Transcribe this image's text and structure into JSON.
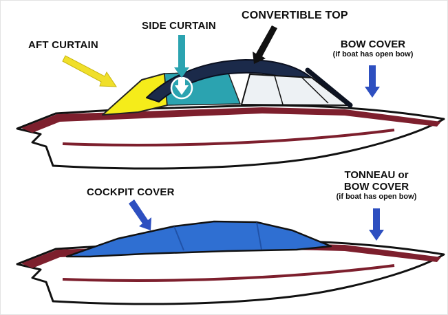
{
  "diagram": {
    "labels": {
      "aft_curtain": "AFT CURTAIN",
      "side_curtain": "SIDE CURTAIN",
      "convertible_top": "CONVERTIBLE TOP",
      "bow_cover_title": "BOW COVER",
      "bow_cover_note": "(if boat has open bow)",
      "cockpit_cover": "COCKPIT COVER",
      "tonneau_title_line1": "TONNEAU or",
      "tonneau_title_line2": "BOW COVER",
      "tonneau_note": "(if boat has open bow)"
    },
    "colors": {
      "hull_fill": "#ffffff",
      "hull_stripe": "#7d1f2d",
      "outline": "#111111",
      "aft_curtain_fill": "#f5ec1a",
      "side_curtain_fill": "#2ba3b0",
      "convertible_top_fill": "#1b2a4a",
      "windshield_fill": "#edf1f4",
      "cockpit_cover_fill": "#2f6fd2",
      "arrow_yellow": "#f0df2a",
      "arrow_teal": "#2ba3b0",
      "arrow_black": "#111111",
      "arrow_blue": "#2d4fc0"
    }
  }
}
